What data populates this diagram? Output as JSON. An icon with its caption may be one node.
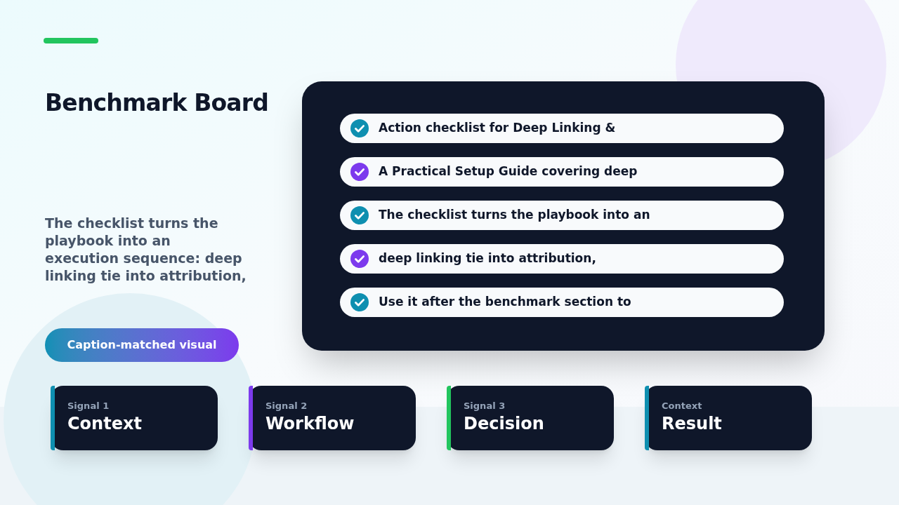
{
  "diagram": {
    "title": "Benchmark Board",
    "nodes": [
      {
        "text": [],
        "shape": "box"
      },
      {
        "text": [
          "Action checklist for Deep Linking &"
        ],
        "in": 0
      },
      {
        "text": [
          "A Practical Setup Guide covering deep"
        ],
        "in": 0
      },
      {
        "text": [
          "The checklist turns the playbook into an"
        ],
        "in": 0
      },
      {
        "text": [
          "deep linking tie into attribution,"
        ],
        "in": 0
      },
      {
        "text": [
          "Use it after the benchmark section to"
        ],
        "in": 0
      },
      {
        "text": [
          "Caption-matched visual"
        ]
      },
      {
        "text": [
          "Signal 1",
          "Context"
        ]
      },
      {
        "text": [
          "Signal 2",
          "Workflow"
        ]
      },
      {
        "text": [
          "Signal 3",
          "Decision"
        ]
      },
      {
        "text": [
          "Context",
          "Result"
        ]
      }
    ],
    "edges": [],
    "labels": [
      "The checklist turns the playbook into an execution sequence: deep linking tie into attribution,"
    ]
  }
}
